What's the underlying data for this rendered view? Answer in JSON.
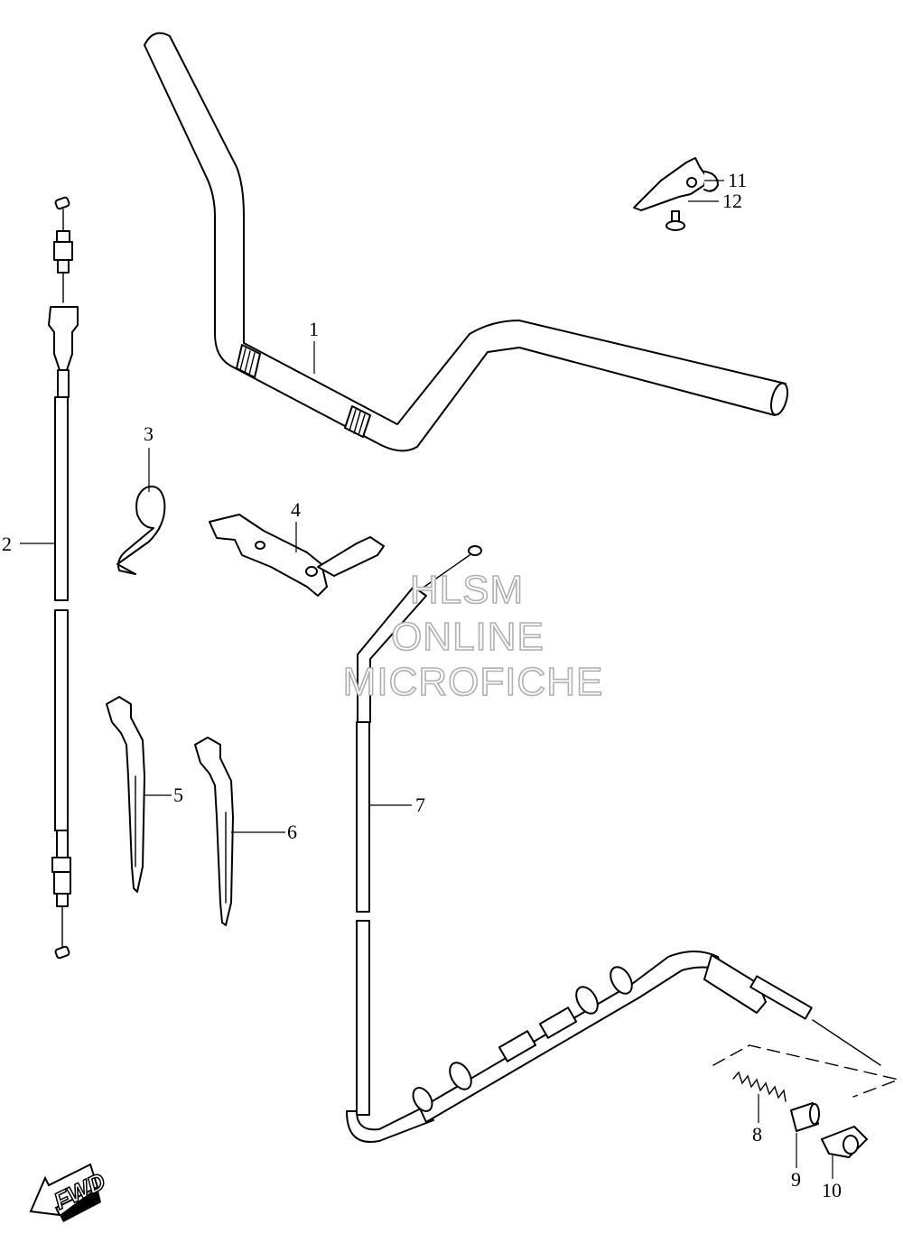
{
  "callouts": [
    {
      "id": "1",
      "label": "1"
    },
    {
      "id": "2",
      "label": "2"
    },
    {
      "id": "3",
      "label": "3"
    },
    {
      "id": "4",
      "label": "4"
    },
    {
      "id": "5",
      "label": "5"
    },
    {
      "id": "6",
      "label": "6"
    },
    {
      "id": "7",
      "label": "7"
    },
    {
      "id": "8",
      "label": "8"
    },
    {
      "id": "9",
      "label": "9"
    },
    {
      "id": "10",
      "label": "10"
    },
    {
      "id": "11",
      "label": "11"
    },
    {
      "id": "12",
      "label": "12"
    }
  ],
  "watermark": {
    "line1": "HLSM",
    "line2": "ONLINE",
    "line3": "MICROFICHE"
  },
  "direction_badge": {
    "label": "FWD"
  }
}
